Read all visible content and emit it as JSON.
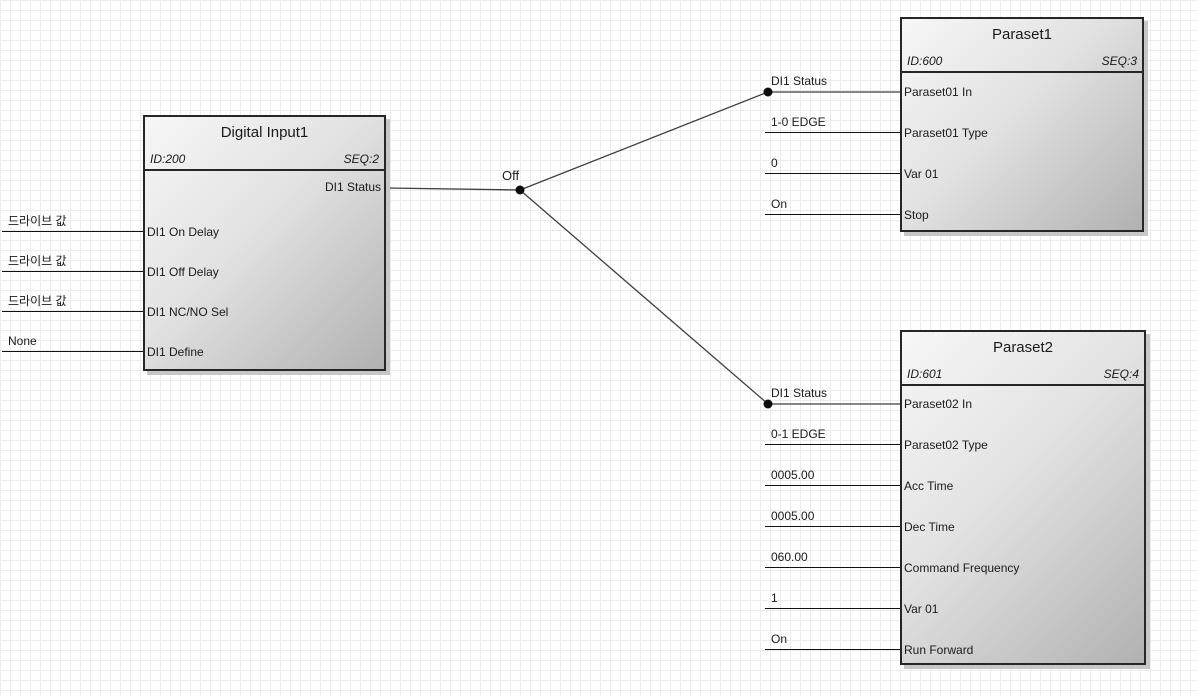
{
  "blocks": [
    {
      "title": "Digital Input1",
      "id": "ID:200",
      "seq": "SEQ:2",
      "outputs": [
        "DI1 Status"
      ],
      "inputs": [
        {
          "label": "DI1 On Delay",
          "value": "드라이브 값"
        },
        {
          "label": "DI1 Off Delay",
          "value": "드라이브 값"
        },
        {
          "label": "DI1 NC/NO Sel",
          "value": "드라이브 값"
        },
        {
          "label": "DI1 Define",
          "value": "None"
        }
      ]
    },
    {
      "title": "Paraset1",
      "id": "ID:600",
      "seq": "SEQ:3",
      "outputs": [],
      "inputs": [
        {
          "label": "Paraset01 In",
          "value": "DI1 Status",
          "connected": true
        },
        {
          "label": "Paraset01 Type",
          "value": "1-0 EDGE"
        },
        {
          "label": "Var 01",
          "value": "0"
        },
        {
          "label": "Stop",
          "value": "On"
        }
      ]
    },
    {
      "title": "Paraset2",
      "id": "ID:601",
      "seq": "SEQ:4",
      "outputs": [],
      "inputs": [
        {
          "label": "Paraset02 In",
          "value": "DI1 Status",
          "connected": true
        },
        {
          "label": "Paraset02 Type",
          "value": "0-1 EDGE"
        },
        {
          "label": "Acc Time",
          "value": "0005.00"
        },
        {
          "label": "Dec Time",
          "value": "0005.00"
        },
        {
          "label": "Command Frequency",
          "value": "060.00"
        },
        {
          "label": "Var 01",
          "value": "1"
        },
        {
          "label": "Run Forward",
          "value": "On"
        }
      ]
    }
  ],
  "connection": {
    "net_label": "Off",
    "source": "DI1 Status"
  },
  "colors": {
    "wire": "#3f3f3f",
    "block_border": "#262626",
    "block_fill_light": "#f7f7f7",
    "block_fill_dark": "#b1b1b1",
    "grid_line": "#ececec",
    "shadow": "#c7c7c7"
  }
}
